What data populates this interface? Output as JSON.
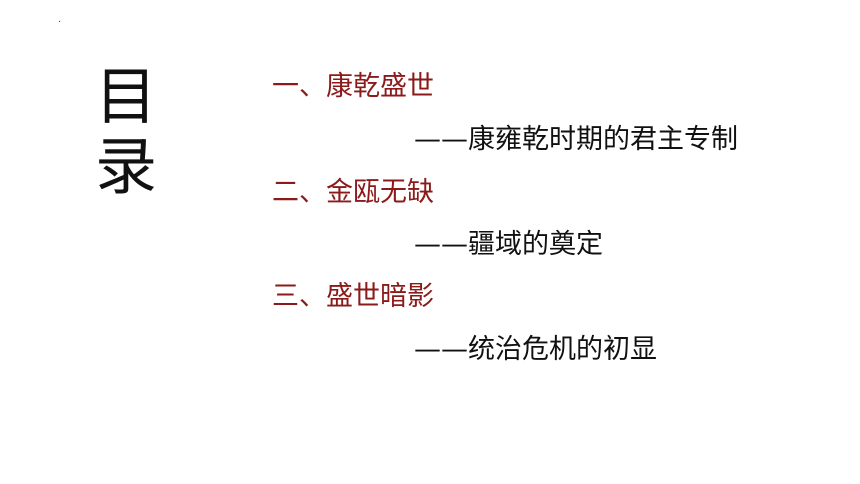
{
  "marker": "·",
  "heading": {
    "char1": "目",
    "char2": "录"
  },
  "sections": [
    {
      "title": "一、康乾盛世",
      "subtitle": "——康雍乾时期的君主专制"
    },
    {
      "title": "二、金瓯无缺",
      "subtitle": "——疆域的奠定"
    },
    {
      "title": "三、盛世暗影",
      "subtitle": "——统治危机的初显"
    }
  ],
  "colors": {
    "section_title": "#8b1a1a",
    "text": "#111111",
    "background": "#ffffff"
  }
}
